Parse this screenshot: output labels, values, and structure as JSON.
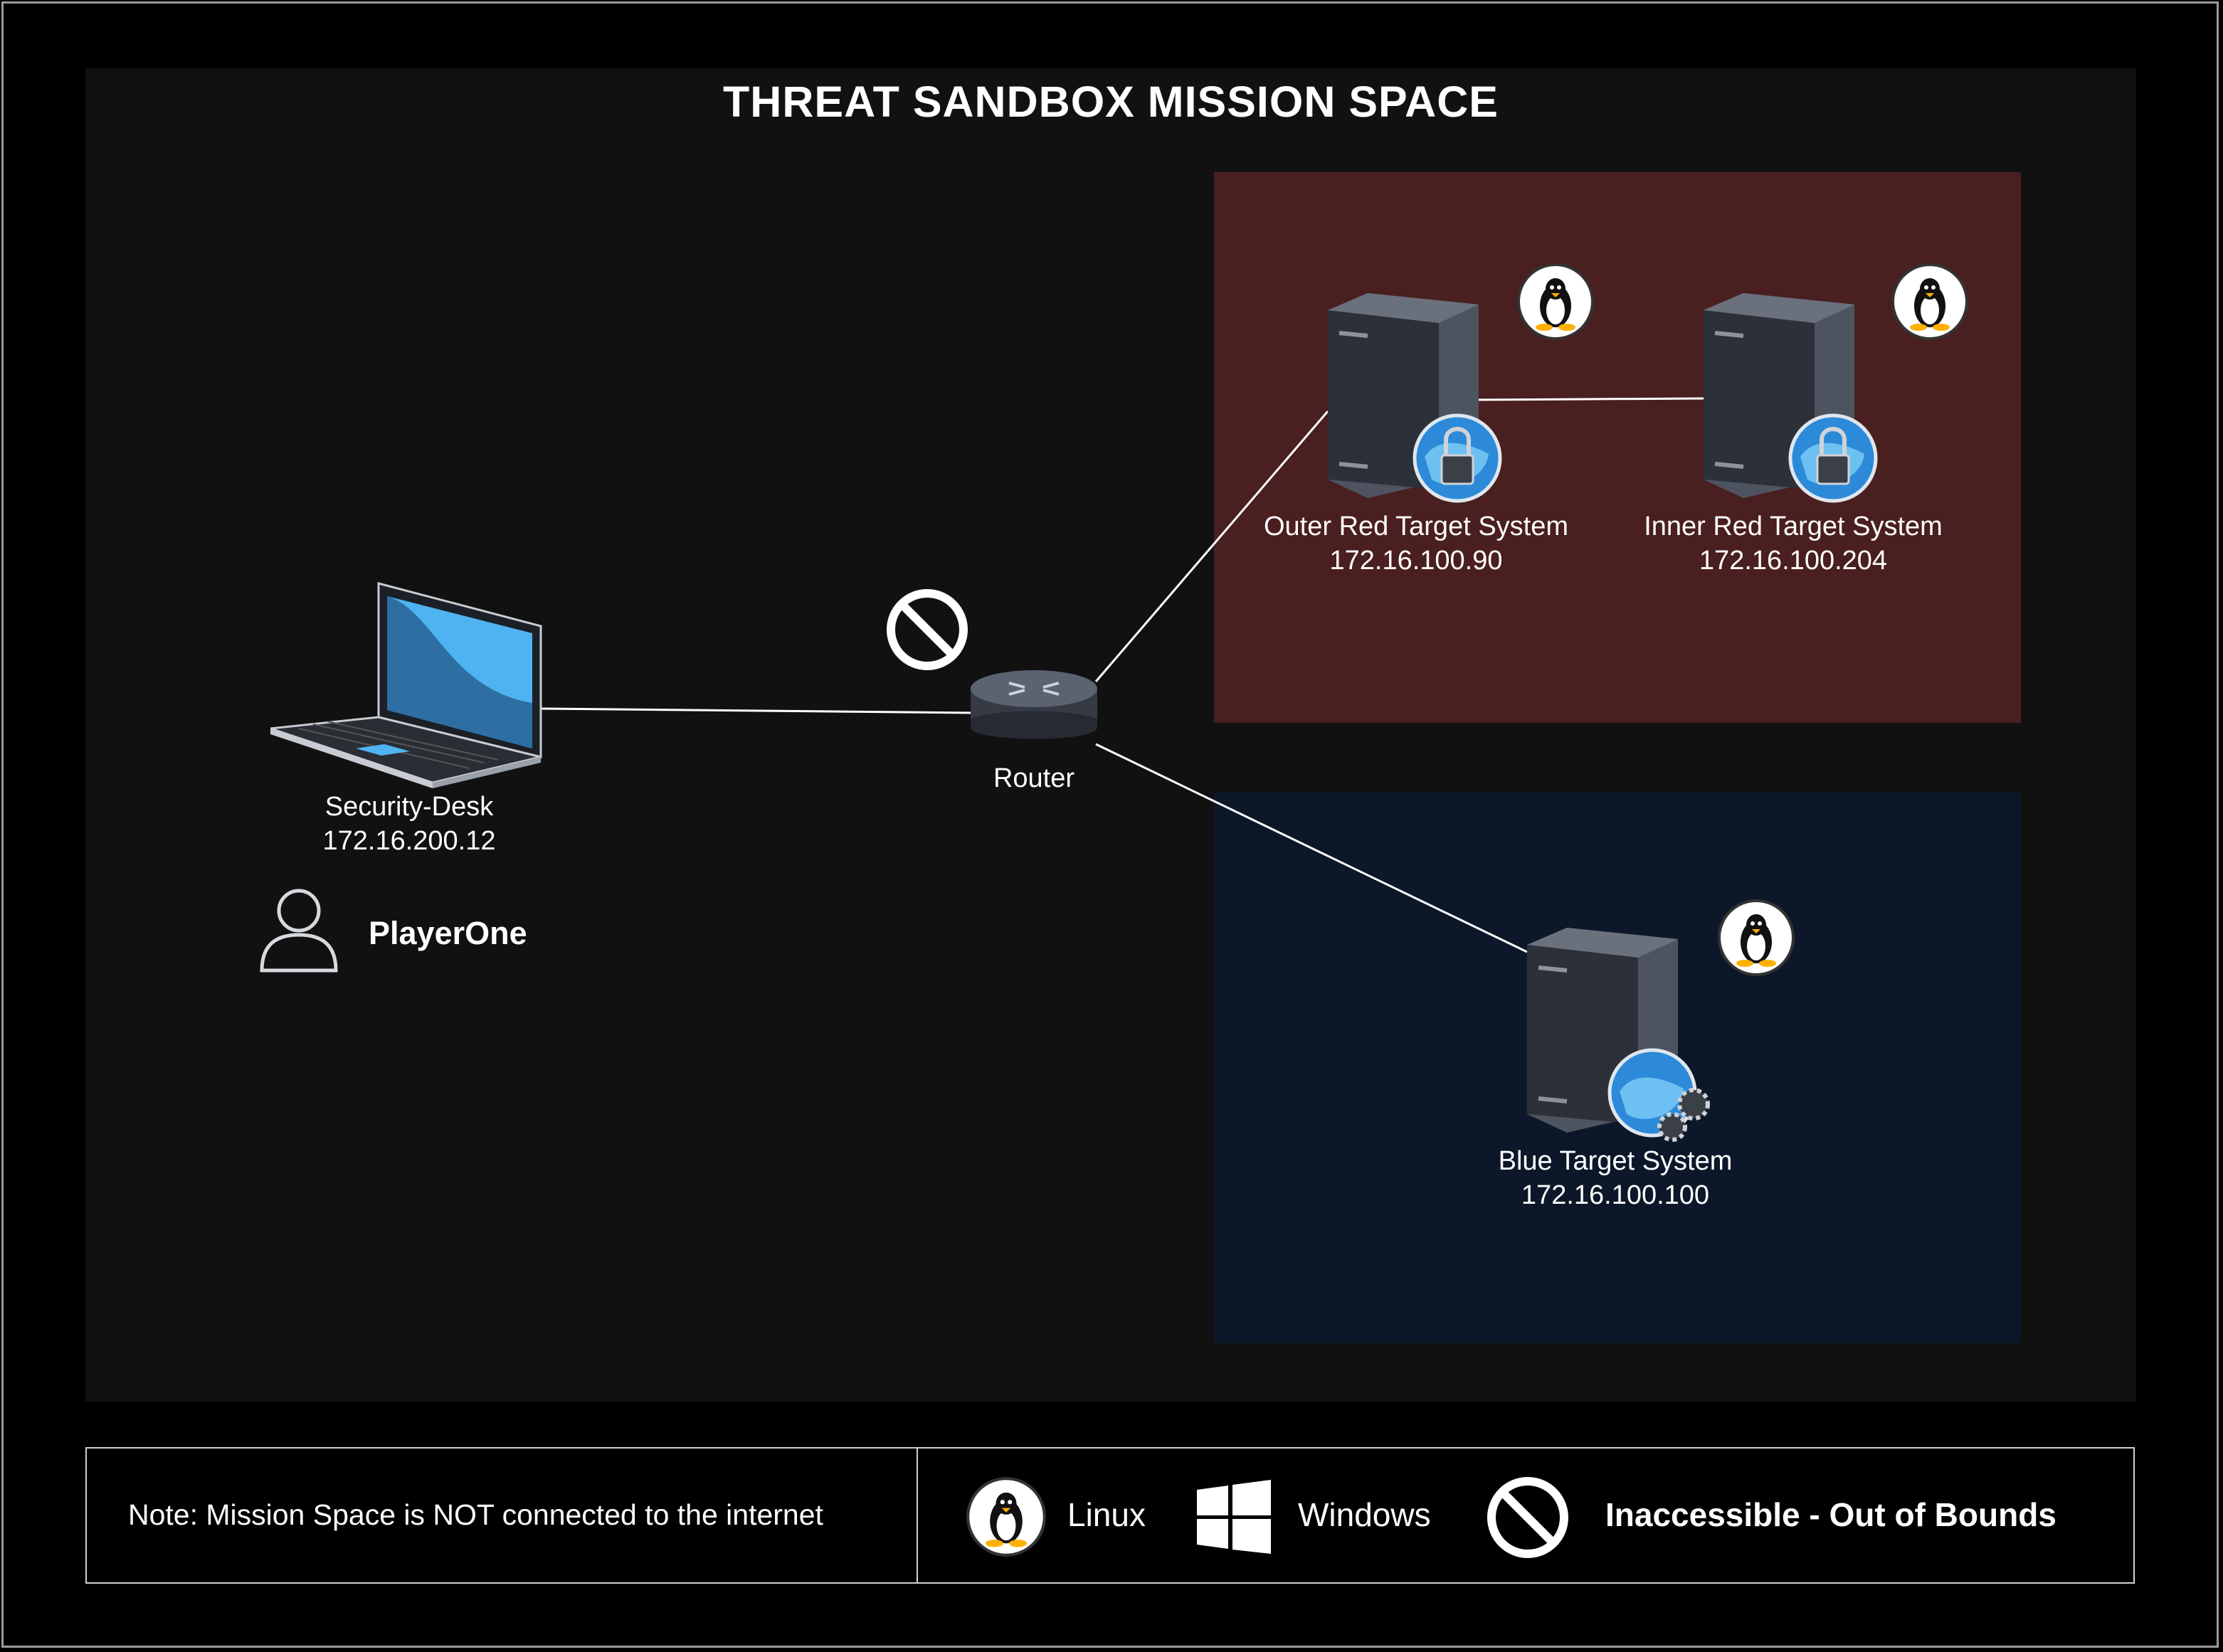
{
  "title": "THREAT SANDBOX MISSION SPACE",
  "nodes": {
    "security_desk": {
      "name": "Security-Desk",
      "ip": "172.16.200.12"
    },
    "router": {
      "name": "Router"
    },
    "outer_red": {
      "name": "Outer Red Target System",
      "ip": "172.16.100.90"
    },
    "inner_red": {
      "name": "Inner Red Target System",
      "ip": "172.16.100.204"
    },
    "blue": {
      "name": "Blue Target System",
      "ip": "172.16.100.100"
    }
  },
  "user": {
    "name": "PlayerOne"
  },
  "legend": {
    "note": "Note: Mission Space is NOT connected to the internet",
    "linux": "Linux",
    "windows": "Windows",
    "inaccessible": "Inaccessible - Out of Bounds"
  },
  "colors": {
    "red_zone": "#4a1f1f",
    "blue_zone": "#0c1829",
    "mission_bg": "#111111",
    "laptop_screen": "#4fb3f2"
  }
}
